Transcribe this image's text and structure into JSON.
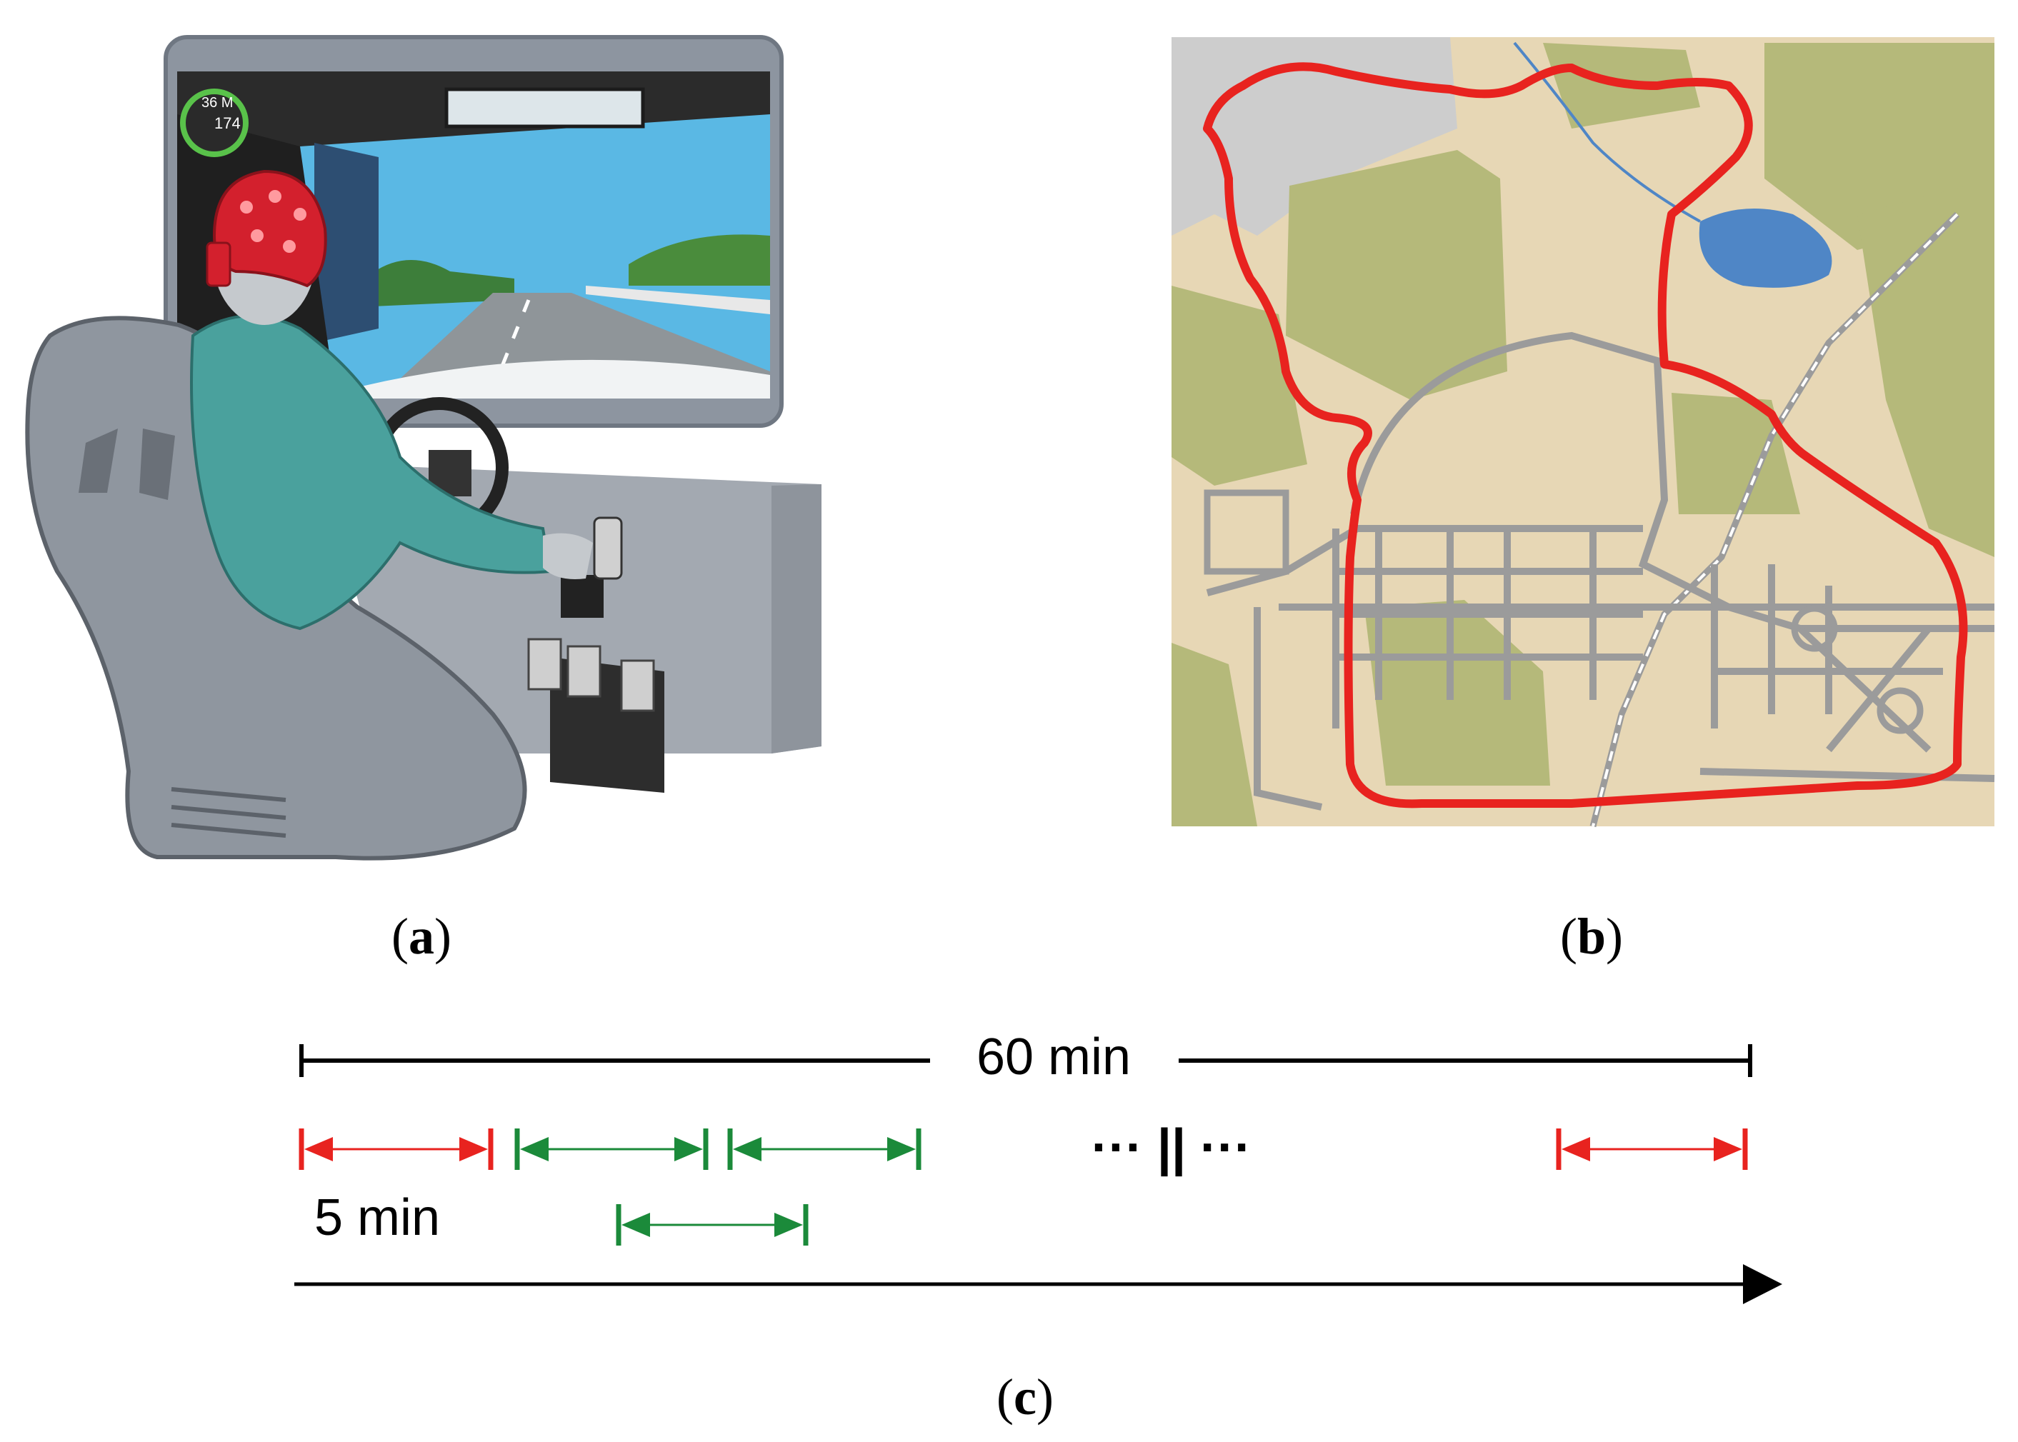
{
  "panels": {
    "a": {
      "open": "(",
      "letter": "a",
      "close": ")"
    },
    "b": {
      "open": "(",
      "letter": "b",
      "close": ")"
    },
    "c": {
      "open": "(",
      "letter": "c",
      "close": ")"
    }
  },
  "simulator": {
    "hud_speed": "36 M",
    "hud_gear": "174"
  },
  "timeline": {
    "total_label": "60 min",
    "window_label": "5 min",
    "ellipsis_label": "··· || ···"
  },
  "colors": {
    "route": "#e8231f",
    "window_red": "#e8231f",
    "window_green": "#1b8a3a",
    "map_background": "#e7d7b5",
    "map_green": "#b5b97a",
    "map_grey": "#cdcdcd",
    "map_water": "#4f86c6",
    "roads": "#9b9b9b"
  }
}
